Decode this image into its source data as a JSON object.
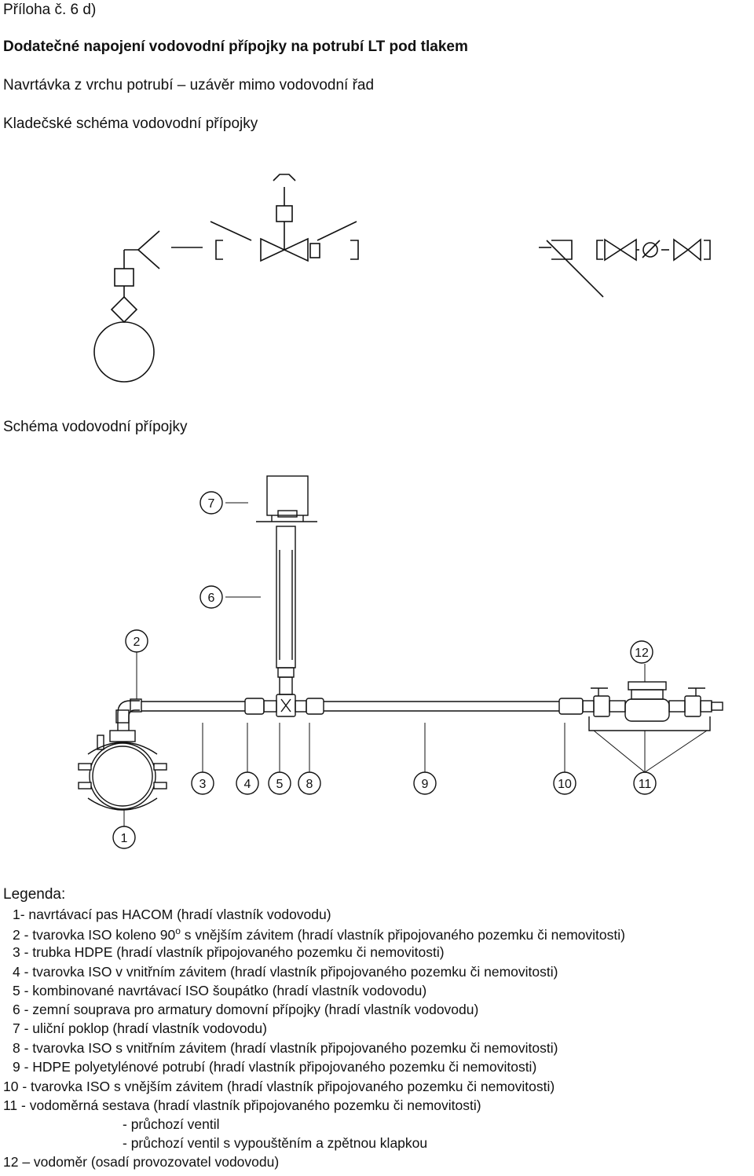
{
  "header": {
    "annex": "Příloha č. 6 d)",
    "title": "Dodatečné napojení vodovodní přípojky na potrubí LT pod tlakem",
    "subtitle": "Navrtávka z vrchu potrubí – uzávěr mimo vodovodní řad",
    "scheme1_title": "Kladečské schéma vodovodní přípojky",
    "scheme2_title": "Schéma vodovodní přípojky"
  },
  "callouts": [
    "1",
    "2",
    "3",
    "4",
    "5",
    "6",
    "7",
    "8",
    "9",
    "10",
    "11",
    "12"
  ],
  "legend": {
    "title": "Legenda:",
    "items": [
      "1- navrtávací pas HACOM (hradí vlastník vodovodu)",
      "2 - tvarovka ISO koleno 90",
      "3 - trubka HDPE (hradí vlastník připojovaného pozemku či nemovitosti)",
      "4 - tvarovka ISO v vnitřním závitem (hradí vlastník připojovaného pozemku či nemovitosti)",
      "5 - kombinované navrtávací ISO šoupátko (hradí vlastník vodovodu)",
      "6 - zemní souprava pro armatury domovní přípojky (hradí vlastník vodovodu)",
      "7 - uliční poklop (hradí vlastník vodovodu)",
      "8 - tvarovka ISO s vnitřním závitem (hradí vlastník připojovaného pozemku či nemovitosti)",
      "9 - HDPE polyetylénové potrubí (hradí vlastník připojovaného pozemku či nemovitosti)",
      "10 - tvarovka ISO s vnějším závitem (hradí vlastník připojovaného pozemku či nemovitosti)",
      "11 - vodoměrná sestava (hradí vlastník připojovaného pozemku či nemovitosti)",
      "- průchozí ventil",
      "- průchozí ventil s vypouštěním a zpětnou klapkou",
      "12 – vodoměr (osadí provozovatel vodovodu)"
    ],
    "item2_sup": "o",
    "item2_rest": " s vnějším závitem (hradí vlastník připojovaného pozemku či nemovitosti)"
  }
}
